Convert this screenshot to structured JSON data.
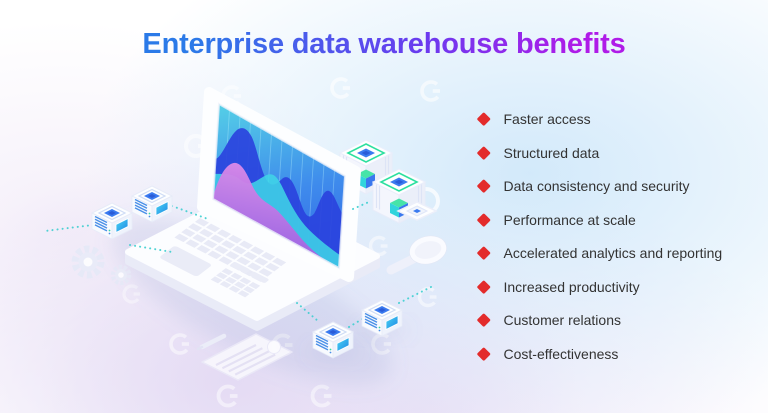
{
  "title": {
    "text": "Enterprise data warehouse benefits",
    "gradient_colors": [
      "#2B7AE8",
      "#6A3BEF",
      "#AF1BE8"
    ]
  },
  "benefits": {
    "bullet_color": "#E32B2B",
    "text_color": "#333333",
    "items": [
      "Faster access",
      "Structured data",
      "Data consistency and security",
      "Performance at scale",
      "Accelerated analytics and reporting",
      "Increased productivity",
      "Customer relations",
      "Cost-effectiveness"
    ]
  },
  "illustration": {
    "description": "Isometric laptop displaying layered area charts, connected by dotted teal lines to data-cube blocks and server nodes, with gears, a magnifier, a document and faint circular logo watermarks",
    "colors": {
      "screen_gradient": [
        "#55D2E6",
        "#2E5FE6"
      ],
      "chart_dark_blue": "#2A43DD",
      "chart_cyan": "#40D7E7",
      "chart_pink": "#E28FE9",
      "cube_outline_teal": "#2EE0A0",
      "node_blue": "#3B7BF0",
      "connector_teal": "#3ECFD0"
    }
  }
}
